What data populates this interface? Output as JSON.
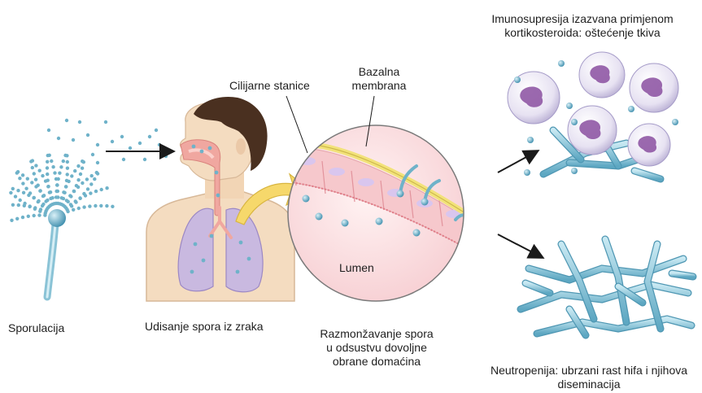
{
  "labels": {
    "sporulation": "Sporulacija",
    "inhalation": "Udisanje spora iz zraka",
    "ciliated_cells": "Cilijarne stanice",
    "basal_membrane_line1": "Bazalna",
    "basal_membrane_line2": "membrana",
    "lumen": "Lumen",
    "germination_line1": "Razmonžavanje spora",
    "germination_line2": "u odsustvu dovoljne",
    "germination_line3": "obrane domaćina",
    "immunosuppression_line1": "Imunosupresija izazvana primjenom",
    "immunosuppression_line2": "kortikosteroida: oštećenje tkiva",
    "neutropenia_line1": "Neutropenija: ubrzani rast hifa i njihova",
    "neutropenia_line2": "diseminacija"
  },
  "colors": {
    "spore": "#6fb2c9",
    "hypha": "#8fc9dc",
    "skin": "#f4dcc0",
    "hair": "#4a3020",
    "lung": "#c9b9e0",
    "airway": "#f0a7a0",
    "basal_membrane": "#f2e27a",
    "magnifier": "#fde3e3",
    "arrow_yellow": "#f6d86b",
    "cell_purple": "#8a4fa0"
  }
}
